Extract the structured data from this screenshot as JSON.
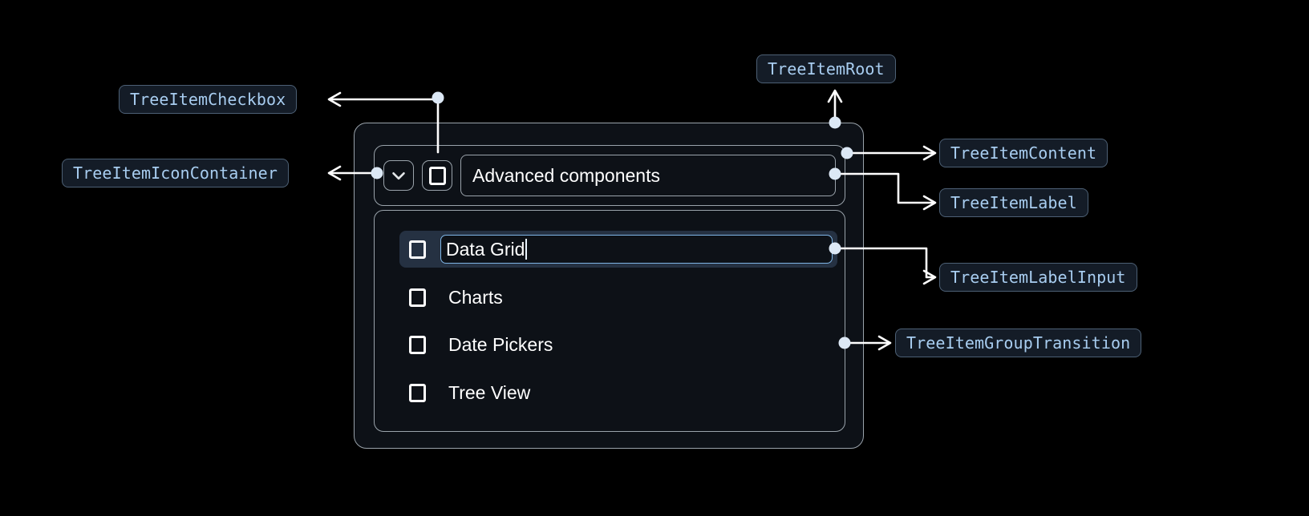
{
  "page": {
    "background": "#000000",
    "accent_blue": "#a8cdf0",
    "chip_bg": "#141c27",
    "chip_border": "#4d6075",
    "widget_border": "#9aa3ab",
    "widget_bg": "#0d1117",
    "selected_row_bg": "#253142",
    "focus_border": "#7fb5e6"
  },
  "annotations": [
    {
      "id": "tree-item-checkbox",
      "label": "TreeItemCheckbox"
    },
    {
      "id": "tree-item-icon-container",
      "label": "TreeItemIconContainer"
    },
    {
      "id": "tree-item-root",
      "label": "TreeItemRoot"
    },
    {
      "id": "tree-item-content",
      "label": "TreeItemContent"
    },
    {
      "id": "tree-item-label",
      "label": "TreeItemLabel"
    },
    {
      "id": "tree-item-label-input",
      "label": "TreeItemLabelInput"
    },
    {
      "id": "tree-item-group-transition",
      "label": "TreeItemGroupTransition"
    }
  ],
  "tree": {
    "expand_icon": "chevron-down-icon",
    "parent_checkbox": "checkbox-unchecked-icon",
    "parent_label": "Advanced components",
    "children": [
      {
        "checkbox": "checkbox-unchecked-icon",
        "label": "Data Grid",
        "editing": true,
        "value": "Data Grid"
      },
      {
        "checkbox": "checkbox-unchecked-icon",
        "label": "Charts",
        "editing": false,
        "value": "Charts"
      },
      {
        "checkbox": "checkbox-unchecked-icon",
        "label": "Date Pickers",
        "editing": false,
        "value": "Date Pickers"
      },
      {
        "checkbox": "checkbox-unchecked-icon",
        "label": "Tree View",
        "editing": false,
        "value": "Tree View"
      }
    ]
  }
}
